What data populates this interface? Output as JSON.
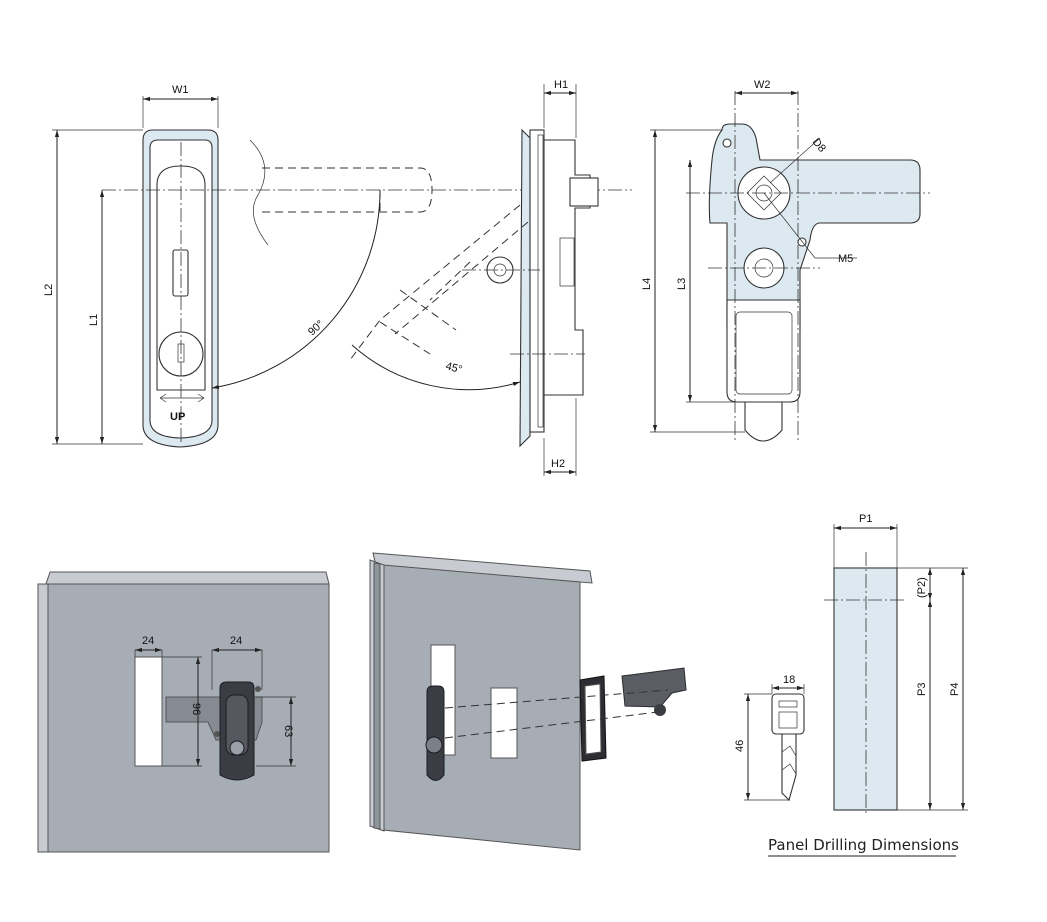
{
  "dims": {
    "w1": "W1",
    "h1": "H1",
    "h2": "H2",
    "w2": "W2",
    "l1": "L1",
    "l2": "L2",
    "l3": "L3",
    "l4": "L4",
    "d8": "D8",
    "m5": "M5",
    "angle90": "90°",
    "angle45": "45°",
    "up": "UP",
    "p1": "P1",
    "p2": "(P2)",
    "p3": "P3",
    "p4": "P4"
  },
  "panel_dims": {
    "cutout_w": "24",
    "handle_w": "24",
    "h96": "96",
    "h63": "63"
  },
  "key_dims": {
    "width": "18",
    "height": "46"
  },
  "caption": "Panel Drilling Dimensions",
  "colors": {
    "part_fill": "#dde9f1",
    "panel_fill": "#a7adb5",
    "handle_dark": "#3b3d44"
  }
}
